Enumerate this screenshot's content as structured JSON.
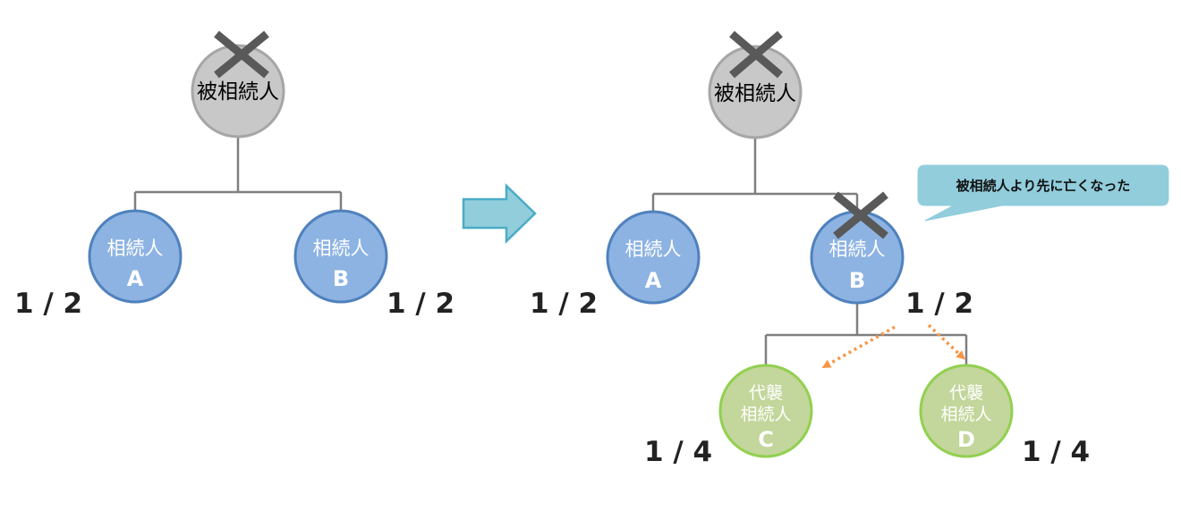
{
  "colors": {
    "decedent_fill": "#c8c8c8",
    "decedent_stroke": "#a6a6a6",
    "heir_fill": "#8db3e2",
    "heir_stroke": "#4f81bd",
    "substitute_fill": "#c3d69b",
    "substitute_stroke": "#92d050",
    "line": "#7f7f7f",
    "cross": "#595959",
    "arrow_fill": "#92cddc",
    "arrow_stroke": "#4bacc6",
    "dotted_arrow": "#f79646",
    "callout_fill": "#92cddc"
  },
  "left": {
    "decedent": {
      "label": "被相続人"
    },
    "heir_a": {
      "label": "相続人",
      "letter": "A",
      "share": "1 / 2"
    },
    "heir_b": {
      "label": "相続人",
      "letter": "B",
      "share": "1 / 2"
    }
  },
  "right": {
    "decedent": {
      "label": "被相続人"
    },
    "heir_a": {
      "label": "相続人",
      "letter": "A",
      "share": "1 / 2"
    },
    "heir_b": {
      "label": "相続人",
      "letter": "B",
      "share": "1 / 2"
    },
    "callout": "被相続人より先に亡くなった",
    "sub_c": {
      "label_line1": "代襲",
      "label_line2": "相続人",
      "letter": "C",
      "share": "1 / 4"
    },
    "sub_d": {
      "label_line1": "代襲",
      "label_line2": "相続人",
      "letter": "D",
      "share": "1 / 4"
    }
  }
}
